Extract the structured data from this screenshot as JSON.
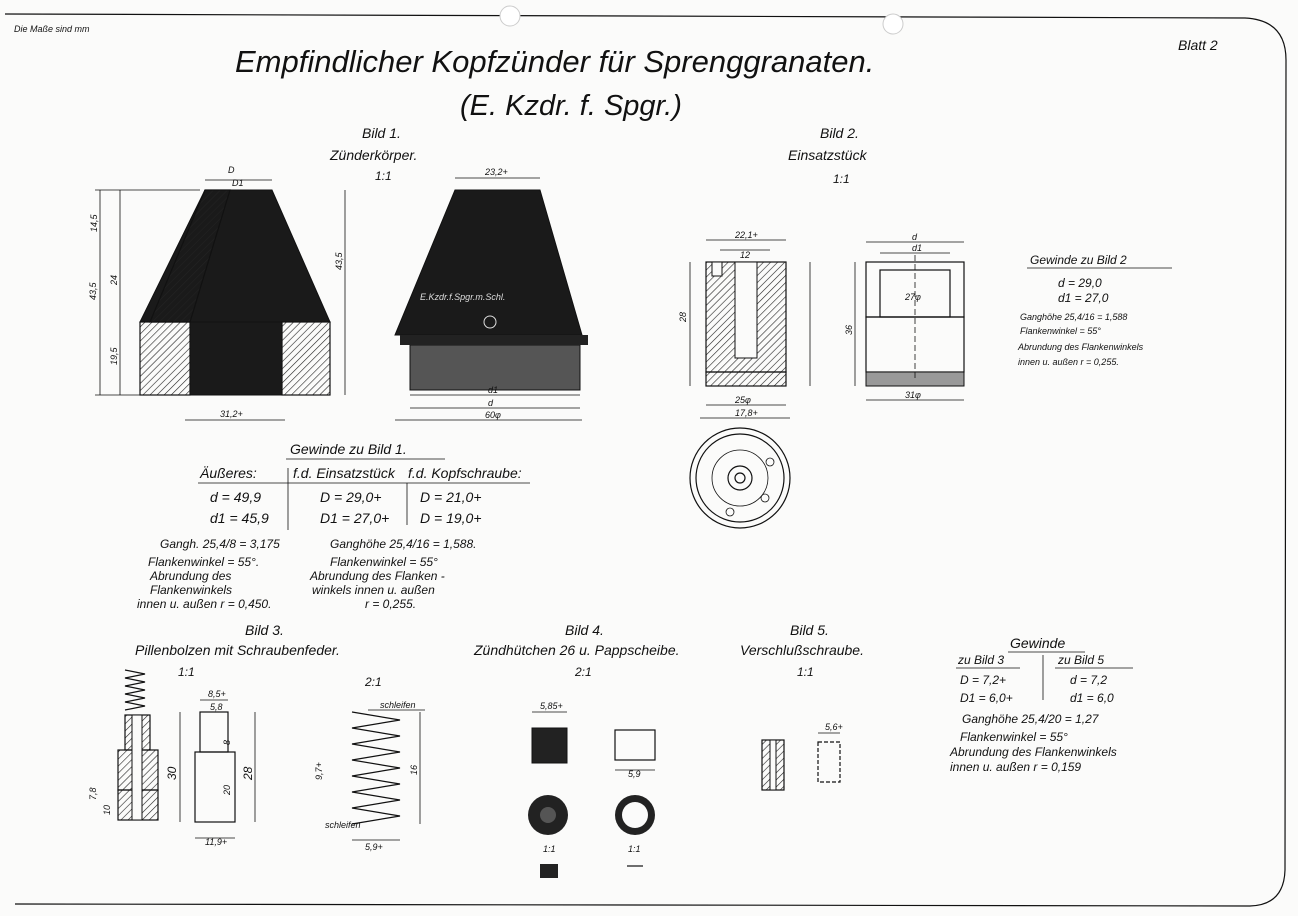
{
  "header": {
    "note": "Die Maße sind mm",
    "sheet": "Blatt 2",
    "title": "Empfindlicher Kopfzünder für Sprenggranaten.",
    "subtitle": "(E. Kzdr. f. Spgr.)"
  },
  "bild1": {
    "label": "Bild 1.",
    "name": "Zünderkörper.",
    "scale": "1:1",
    "dims": {
      "D": "D",
      "D1": "D1",
      "top": "23,2+",
      "d1": "d1",
      "d": "d",
      "base": "60φ",
      "bottom": "31,2+",
      "h1": "43,5",
      "h2": "43,5",
      "h3": "24",
      "h4": "14,5",
      "h5": "19,5"
    },
    "engraving": "E.Kzdr.f.Spgr.m.Schl."
  },
  "bild2": {
    "label": "Bild 2.",
    "name": "Einsatzstück",
    "scale": "1:1",
    "dims": {
      "a": "22,1+",
      "b": "12",
      "c": "25φ",
      "e": "17,8+",
      "f": "27φ",
      "g": "31φ",
      "h": "36",
      "i": "28",
      "d": "d",
      "d1": "d1"
    }
  },
  "gewinde_bild1": {
    "heading": "Gewinde zu Bild 1.",
    "columns": [
      "Äußeres:",
      "f.d. Einsatzstück",
      "f.d. Kopfschraube:"
    ],
    "rows": [
      [
        "d = 49,9",
        "D = 29,0+",
        "D = 21,0+"
      ],
      [
        "d1 = 45,9",
        "D1 = 27,0+",
        "D = 19,0+"
      ]
    ],
    "left_notes": [
      "Gangh. 25,4/8 = 3,175",
      "Flankenwinkel = 55°.",
      "Abrundung des",
      "Flankenwinkels",
      "innen u. außen r = 0,450."
    ],
    "right_notes": [
      "Ganghöhe 25,4/16 = 1,588.",
      "Flankenwinkel = 55°",
      "Abrundung des Flanken -",
      "winkels innen u. außen",
      "r = 0,255."
    ]
  },
  "gewinde_bild2": {
    "heading": "Gewinde zu Bild 2",
    "lines": [
      "d = 29,0",
      "d1 = 27,0",
      "Ganghöhe 25,4/16 = 1,588",
      "Flankenwinkel = 55°",
      "Abrundung des Flankenwinkels",
      "innen u. außen r = 0,255."
    ]
  },
  "bild3": {
    "label": "Bild 3.",
    "name": "Pillenbolzen mit Schraubenfeder.",
    "scale": "1:1",
    "scale2": "2:1",
    "dims": [
      "8,5+",
      "5,8",
      "30",
      "28",
      "20",
      "8",
      "7,8",
      "10",
      "11,9+",
      "16",
      "9,7+",
      "5,9+"
    ],
    "notes": [
      "schleifen",
      "schleifen"
    ]
  },
  "bild4": {
    "label": "Bild 4.",
    "name": "Zündhütchen 26 u. Pappscheibe.",
    "scale": "2:1",
    "dims": [
      "5,85+",
      "5,9"
    ],
    "marks": [
      "1:1",
      "1:1"
    ]
  },
  "bild5": {
    "label": "Bild 5.",
    "name": "Verschlußschraube.",
    "scale": "1:1",
    "dims": [
      "5,6+"
    ]
  },
  "gewinde_bild35": {
    "heading": "Gewinde",
    "columns": [
      "zu Bild 3",
      "zu Bild 5"
    ],
    "rows": [
      [
        "D = 7,2+",
        "d = 7,2"
      ],
      [
        "D1 = 6,0+",
        "d1 = 6,0"
      ]
    ],
    "lines": [
      "Ganghöhe 25,4/20 = 1,27",
      "Flankenwinkel = 55°",
      "Abrundung des Flankenwinkels",
      "innen u. außen r = 0,159"
    ]
  }
}
